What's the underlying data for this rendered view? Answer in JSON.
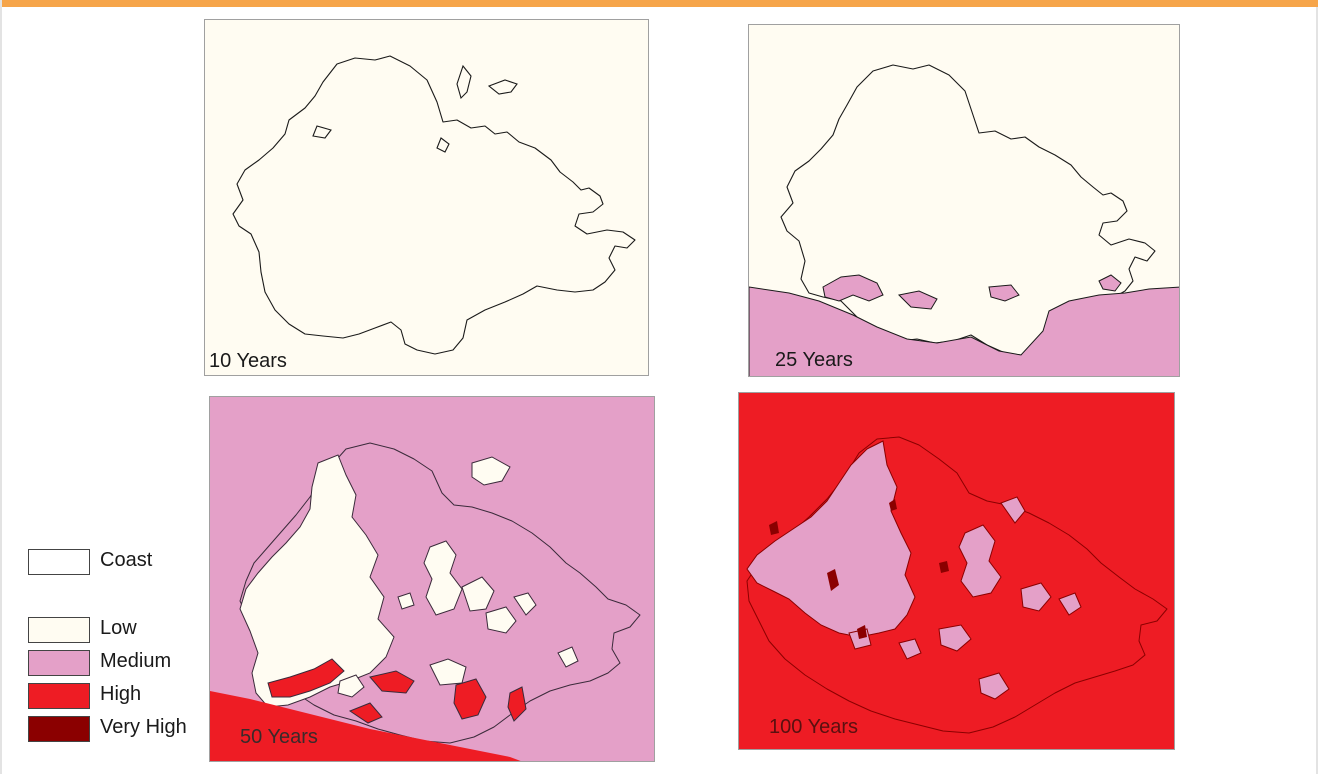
{
  "panels": [
    {
      "id": "10",
      "label": "10 Years"
    },
    {
      "id": "25",
      "label": "25 Years"
    },
    {
      "id": "50",
      "label": "50 Years"
    },
    {
      "id": "100",
      "label": "100 Years"
    }
  ],
  "legend": {
    "items": [
      {
        "label": "Coast",
        "color": "#ffffff"
      },
      {
        "label": "Low",
        "color": "#fffcf2"
      },
      {
        "label": "Medium",
        "color": "#e4a0c8"
      },
      {
        "label": "High",
        "color": "#ee1c24"
      },
      {
        "label": "Very High",
        "color": "#8b0000"
      }
    ]
  },
  "colors": {
    "accent_bar": "#f6a54a",
    "coast_line": "#1a1a1a",
    "land_low": "#fffcf2",
    "medium": "#e4a0c8",
    "high": "#ee1c24",
    "very_high": "#8b0000"
  }
}
